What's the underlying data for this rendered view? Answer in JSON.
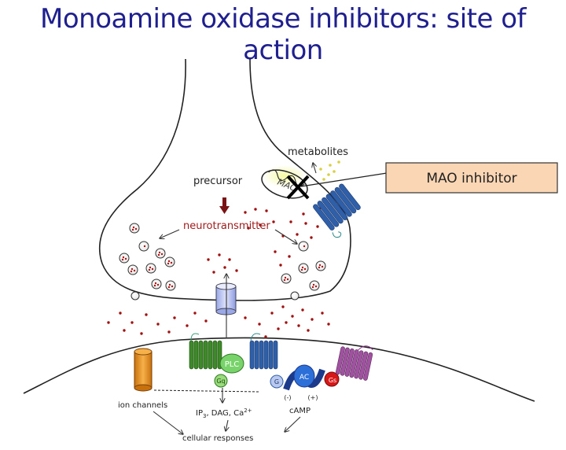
{
  "title": "Monoamine oxidase inhibitors: site of action",
  "labels": {
    "metabolites": "metabolites",
    "precursor": "precursor",
    "neurotransmitter": "neurotransmitter",
    "mao": "MAO",
    "mao_inhibitor": "MAO inhibitor",
    "ion_channels": "ion channels",
    "plc": "PLC",
    "gq": "Gq",
    "g": "G",
    "ac": "AC",
    "gs": "Gs",
    "minus": "(-)",
    "plus": "(+)",
    "camp": "cAMP",
    "ip3": "IP",
    "ip3_sub": "3",
    "ip3_rest": ", DAG, Ca",
    "ca_sup": "2+",
    "cellular_responses": "cellular responses"
  },
  "colors": {
    "title": "#1f1f8f",
    "arrow_red": "#7a1414",
    "dot_red": "#a01010",
    "neurotransmitter_text": "#a01c1c",
    "mao_box_fill": "#fbd6b4",
    "receptor_green": "#3e8a2a",
    "receptor_blue": "#2f5fa8",
    "receptor_purple": "#a052a0",
    "ion_channel_orange": "#e8901a",
    "plc_green": "#79d36b",
    "ac_blue": "#2d6fd8"
  }
}
